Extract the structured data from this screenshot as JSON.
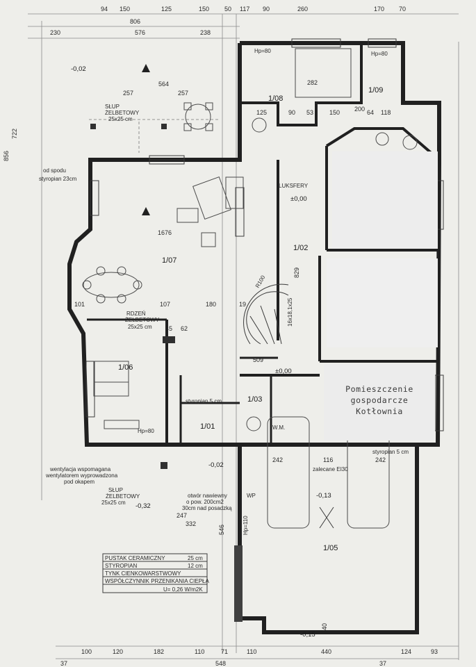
{
  "overlay": {
    "line1": "Pomieszczenie",
    "line2": "gospodarcze",
    "line3": "Kotłownia"
  },
  "rooms": {
    "r101": "1/01",
    "r102": "1/02",
    "r103": "1/03",
    "r105": "1/05",
    "r106": "1/06",
    "r107": "1/07",
    "r108": "1/08",
    "r109": "1/09"
  },
  "notes": {
    "luksfery": "LUKSFERY",
    "slup_a1": "SŁUP",
    "slup_a2": "ŻELBETOWY",
    "slup_a3": "25x25 cm",
    "slup_b1": "SŁUP",
    "slup_b2": "ŻELBETOWY",
    "slup_b3": "25x25 cm",
    "rdzen1": "RDZEŃ",
    "rdzen2": "ŻELBETOWY",
    "rdzen3": "25x25 cm",
    "styropian_top": "styropian 23cm",
    "od_spodu": "od spodu",
    "styropian_5": "styropian 5 cm",
    "styropian_5b": "styropian 5 cm",
    "zalecane": "zalecane EI30",
    "went1": "wentylacja wspomagana",
    "went2": "wentylatorem wyprowadzona",
    "went3": "pod okapem",
    "otwor1": "otwór nawiewny",
    "otwor2": "o pow. 200cm2",
    "otwor3": "30cm nad posadzką",
    "stairs": "16x18,1x25",
    "r100": "R100",
    "hp80a": "Hp=80",
    "hp80b": "Hp=80",
    "hp80c": "Hp=80",
    "hp110": "Hp=110",
    "wp": "WP",
    "wm": "W.M."
  },
  "levels": {
    "l1": "-0,02",
    "l2": "±0,00",
    "l3": "±0,00",
    "l4": "-0,02",
    "l5": "-0,32",
    "l6": "-0,13",
    "l7": "-0,15"
  },
  "legend": {
    "row1_name": "PUSTAK CERAMICZNY",
    "row1_val": "25 cm",
    "row2_name": "STYROPIAN",
    "row2_val": "12 cm",
    "row3_name": "TYNK CIENKOWARSTWOWY",
    "row4_name": "WSPÓŁCZYNNIK PRZENIKANIA CIEPŁA",
    "row5_name": "U= 0,26 W/m2K"
  },
  "dims": {
    "top_row1": [
      "94",
      "150",
      "125",
      "150",
      "50",
      "117",
      "90",
      "260",
      "170",
      "70"
    ],
    "top_806": "806",
    "top_230": "230",
    "top_576": "576",
    "top_238": "238",
    "d564": "564",
    "d257a": "257",
    "d257b": "257",
    "d1676": "1676",
    "d509": "509",
    "d829": "829",
    "d332": "332",
    "d247": "247",
    "d242a": "242",
    "d116": "116",
    "d242b": "242",
    "d107": "107",
    "d180": "180",
    "d101": "101",
    "d19": "19",
    "d62": "62",
    "d45": "45",
    "d125": "125",
    "d90": "90",
    "d53": "53",
    "d150": "150",
    "d200": "200",
    "d64": "64",
    "d118": "118",
    "d282": "282",
    "d856": "856",
    "d722": "722",
    "d546": "546",
    "d440": "440",
    "bottom": [
      "100",
      "120",
      "182",
      "110",
      "71",
      "110",
      "440",
      "124",
      "93"
    ],
    "bottom2": [
      "37",
      "548",
      "37"
    ]
  }
}
